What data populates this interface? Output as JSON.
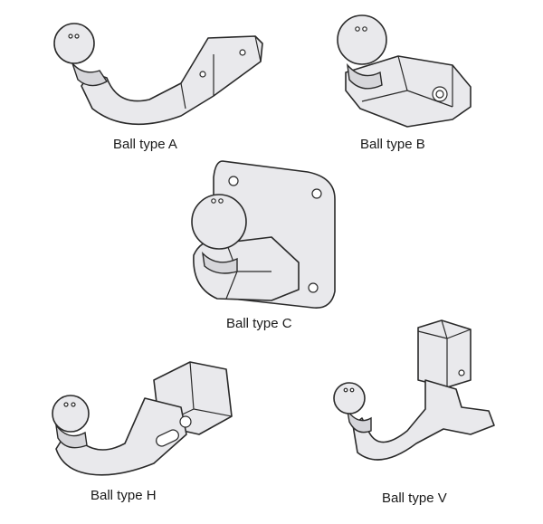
{
  "items": [
    {
      "label": "Ball type A"
    },
    {
      "label": "Ball type B"
    },
    {
      "label": "Ball type C"
    },
    {
      "label": "Ball type H"
    },
    {
      "label": "Ball type V"
    }
  ]
}
